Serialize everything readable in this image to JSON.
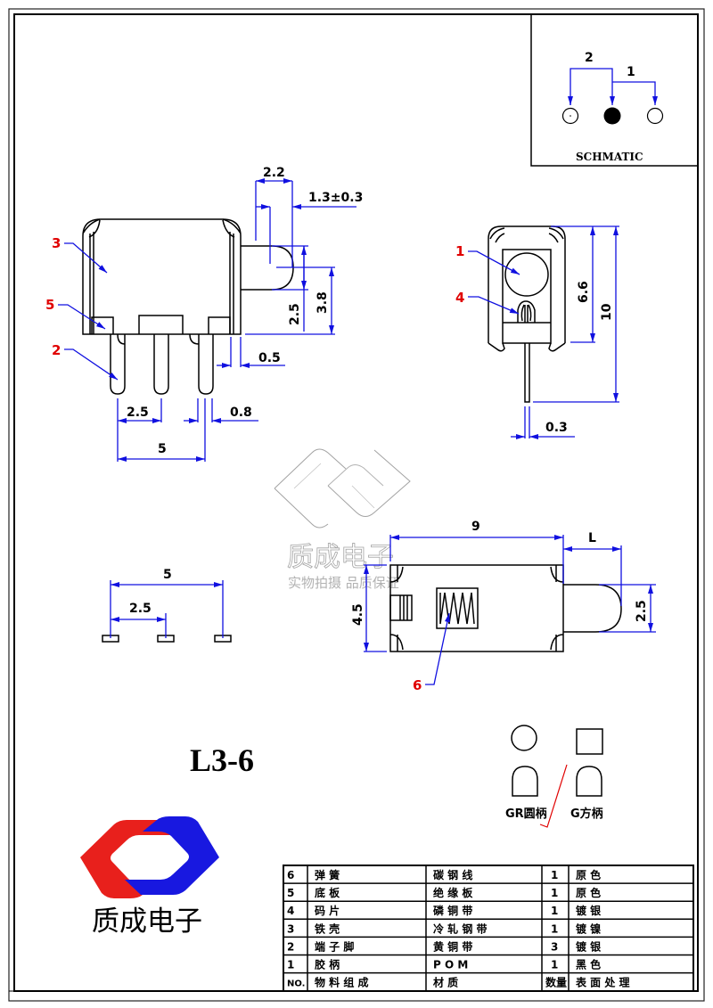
{
  "drawing": {
    "part_number": "L3-6",
    "company_name": "质成电子",
    "watermark": {
      "title": "质成电子",
      "subtitle": "实物拍摄 品质保证"
    },
    "colors": {
      "dimension_line": "#1010e0",
      "callout_number": "#e00000",
      "logo_red": "#e8201c",
      "logo_blue": "#1818e0"
    }
  },
  "schematic": {
    "label": "SCHMATIC",
    "pin_labels": [
      "2",
      "1"
    ]
  },
  "front_view": {
    "callouts": [
      "3",
      "5",
      "2"
    ],
    "dimensions": {
      "actuator_travel": "2.2",
      "actuator_extension": "1.3±0.3",
      "actuator_width": "2.5",
      "actuator_height": "3.8",
      "shell_thickness": "0.5",
      "pin_pitch": "2.5",
      "pin_span": "5",
      "pin_width": "0.8"
    }
  },
  "side_view": {
    "callouts": [
      "1",
      "4"
    ],
    "dimensions": {
      "body_height": "6.6",
      "total_height": "10",
      "pin_thickness": "0.3"
    }
  },
  "top_view": {
    "callouts": [
      "6"
    ],
    "dimensions": {
      "body_length": "9",
      "actuator_length": "L",
      "body_width": "4.5",
      "actuator_width": "2.5"
    }
  },
  "footprint": {
    "dimensions": {
      "pin_span": "5",
      "pin_pitch": "2.5"
    }
  },
  "handle_options": [
    {
      "label": "GR圆柄",
      "shape": "round"
    },
    {
      "label": "G方柄",
      "shape": "square"
    }
  ],
  "bom": {
    "headers": [
      "NO.",
      "物 料 组 成",
      "材 质",
      "数量",
      "表 面 处 理"
    ],
    "rows": [
      {
        "no": "6",
        "part": "弹 簧",
        "material": "碳 钢 线",
        "qty": "1",
        "finish": "原 色"
      },
      {
        "no": "5",
        "part": "底 板",
        "material": "绝 缘 板",
        "qty": "1",
        "finish": "原 色"
      },
      {
        "no": "4",
        "part": "码 片",
        "material": "磷 铜 带",
        "qty": "1",
        "finish": "镀 银"
      },
      {
        "no": "3",
        "part": "铁 壳",
        "material": "冷 轧 钢 带",
        "qty": "1",
        "finish": "镀 镍"
      },
      {
        "no": "2",
        "part": "端 子 脚",
        "material": "黄 铜 带",
        "qty": "3",
        "finish": "镀 银"
      },
      {
        "no": "1",
        "part": "胶 柄",
        "material": "P O M",
        "qty": "1",
        "finish": "黑 色"
      }
    ]
  }
}
